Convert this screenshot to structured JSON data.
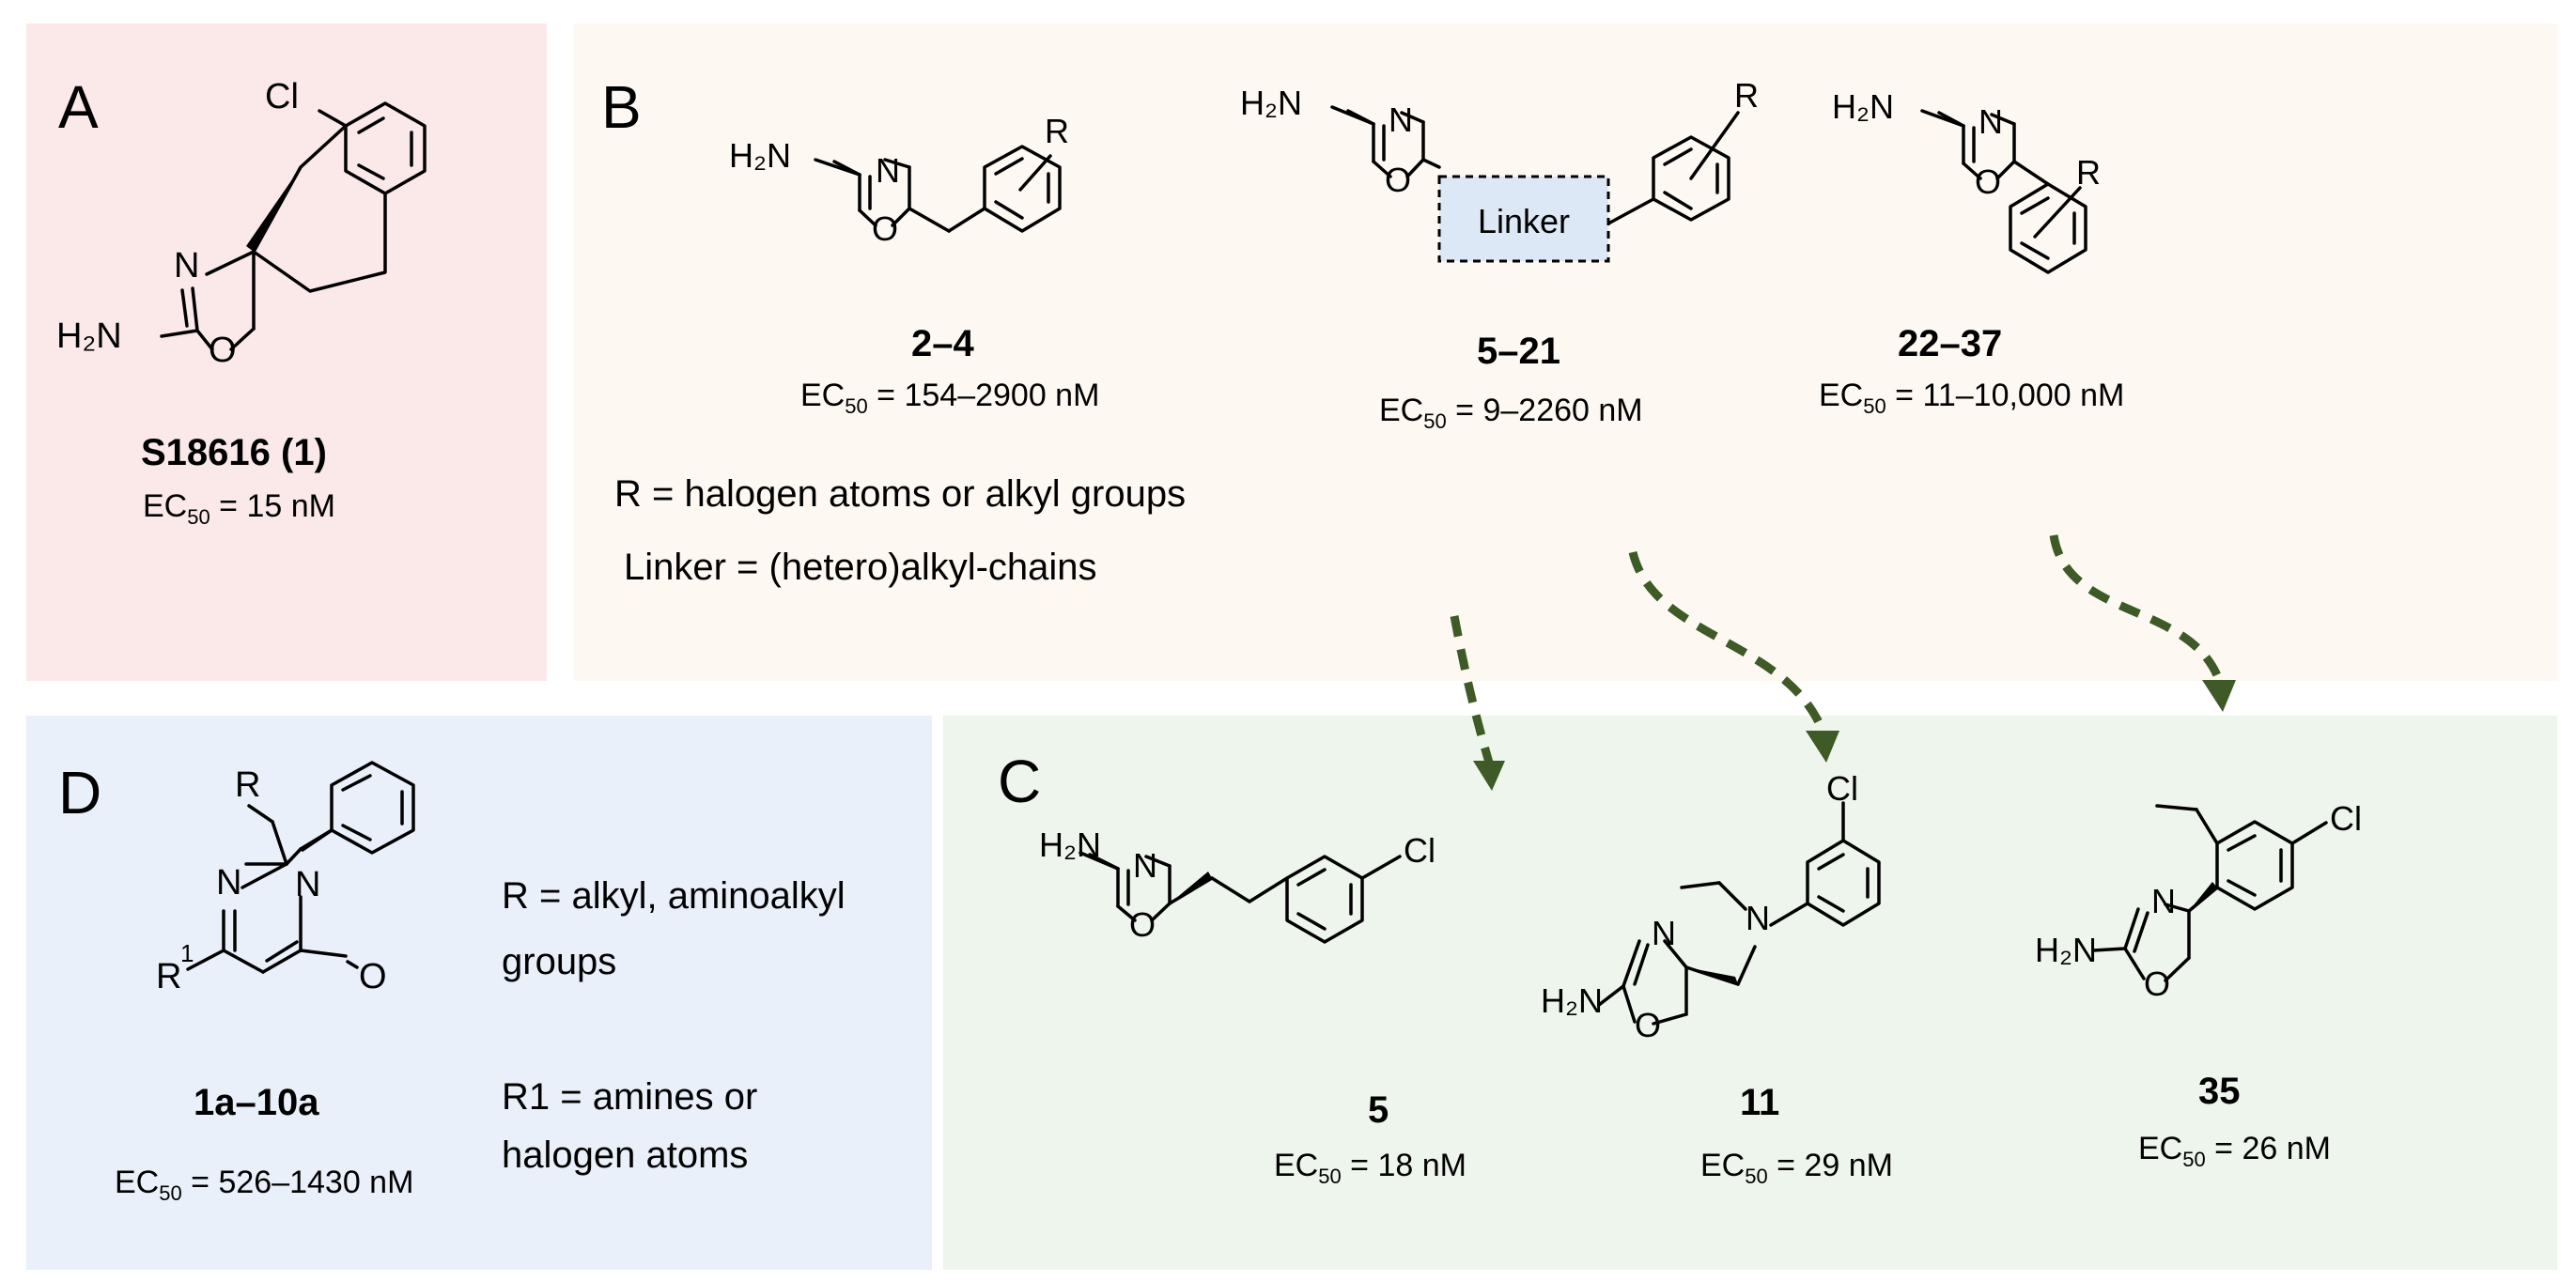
{
  "panels": {
    "a": {
      "letter": "A",
      "compound": "S18616 (1)",
      "ec_prefix": "EC",
      "ec_sub": "50",
      "ec_value": " = 15 nM",
      "atoms": {
        "cl": "Cl",
        "n": "N",
        "o": "O",
        "h2n": "H₂N"
      }
    },
    "b": {
      "letter": "B",
      "compounds": [
        {
          "name": "2–4",
          "ec_prefix": "EC",
          "ec_sub": "50",
          "ec_value": " = 154–2900 nM"
        },
        {
          "name": "5–21",
          "ec_prefix": "EC",
          "ec_sub": "50",
          "ec_value": " = 9–2260 nM"
        },
        {
          "name": "22–37",
          "ec_prefix": "EC",
          "ec_sub": "50",
          "ec_value": " = 11–10,000 nM"
        }
      ],
      "linker_label": "Linker",
      "r_label": "R",
      "r_definition": "R = halogen atoms or alkyl groups",
      "linker_definition": "Linker = (hetero)alkyl-chains"
    },
    "c": {
      "letter": "C",
      "compounds": [
        {
          "name": "5",
          "ec_prefix": "EC",
          "ec_sub": "50",
          "ec_value": " = 18 nM"
        },
        {
          "name": "11",
          "ec_prefix": "EC",
          "ec_sub": "50",
          "ec_value": " = 29 nM"
        },
        {
          "name": "35",
          "ec_prefix": "EC",
          "ec_sub": "50",
          "ec_value": " = 26 nM"
        }
      ]
    },
    "d": {
      "letter": "D",
      "compound": "1a–10a",
      "ec_prefix": "EC",
      "ec_sub": "50",
      "ec_value": " = 526–1430 nM",
      "r_definition_line1": "R = alkyl, aminoalkyl",
      "r_definition_line2": "groups",
      "r1_definition_line1": "R1 = amines or",
      "r1_definition_line2": "halogen atoms",
      "atoms": {
        "r": "R",
        "r1_base": "R",
        "r1_sup": "1",
        "o": "O"
      }
    }
  },
  "colors": {
    "panel_a": "#fbe9ea",
    "panel_b": "#fdf9f2",
    "panel_c": "#eef5ec",
    "panel_d": "#e9f0fa",
    "arrow": "#3e5a26",
    "linker_box": "#dce8f5"
  }
}
